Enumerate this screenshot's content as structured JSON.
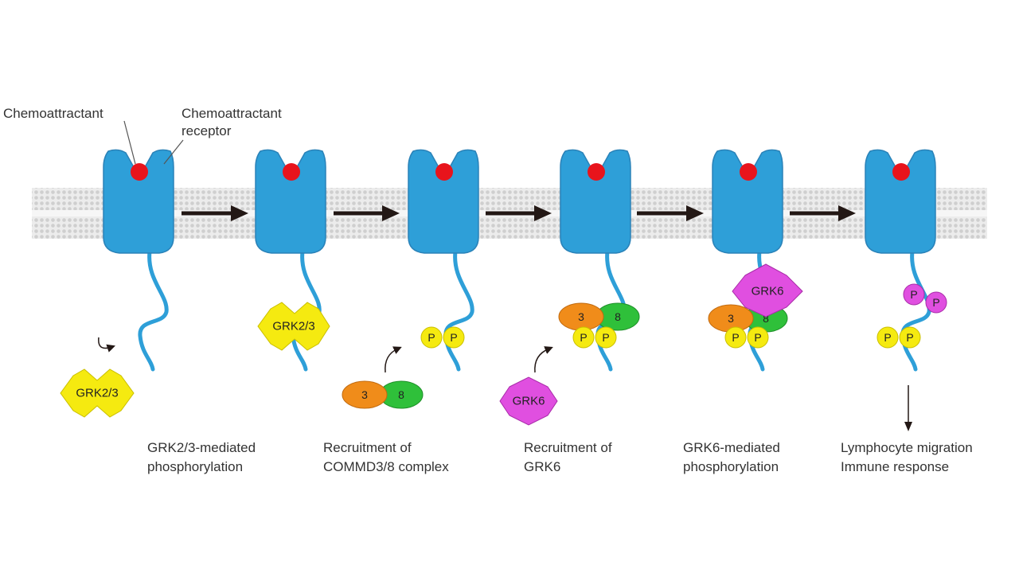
{
  "colors": {
    "receptor": "#2e9fd8",
    "ligand": "#e8141c",
    "grk23": "#f5ea10",
    "grk6": "#e04fe0",
    "commd3": "#f08c1a",
    "commd8": "#2fc03a",
    "phospho_yellow": "#f5ea10",
    "phospho_magenta": "#e04fe0",
    "membrane": "#d8d8d8",
    "arrow": "#231815"
  },
  "labels": {
    "chemoattractant": "Chemoattractant",
    "receptor_line1": "Chemoattractant",
    "receptor_line2": "receptor"
  },
  "steps": [
    {
      "line1": "GRK2/3-mediated",
      "line2": "phosphorylation"
    },
    {
      "line1": "Recruitment of",
      "line2": "COMMD3/8 complex"
    },
    {
      "line1": "Recruitment of",
      "line2": "GRK6"
    },
    {
      "line1": "GRK6-mediated",
      "line2": "phosphorylation"
    },
    {
      "line1": "Lymphocyte migration",
      "line2": "Immune response"
    }
  ],
  "molecules": {
    "grk23": "GRK2/3",
    "grk6": "GRK6",
    "commd3": "3",
    "commd8": "8",
    "phospho": "P"
  }
}
